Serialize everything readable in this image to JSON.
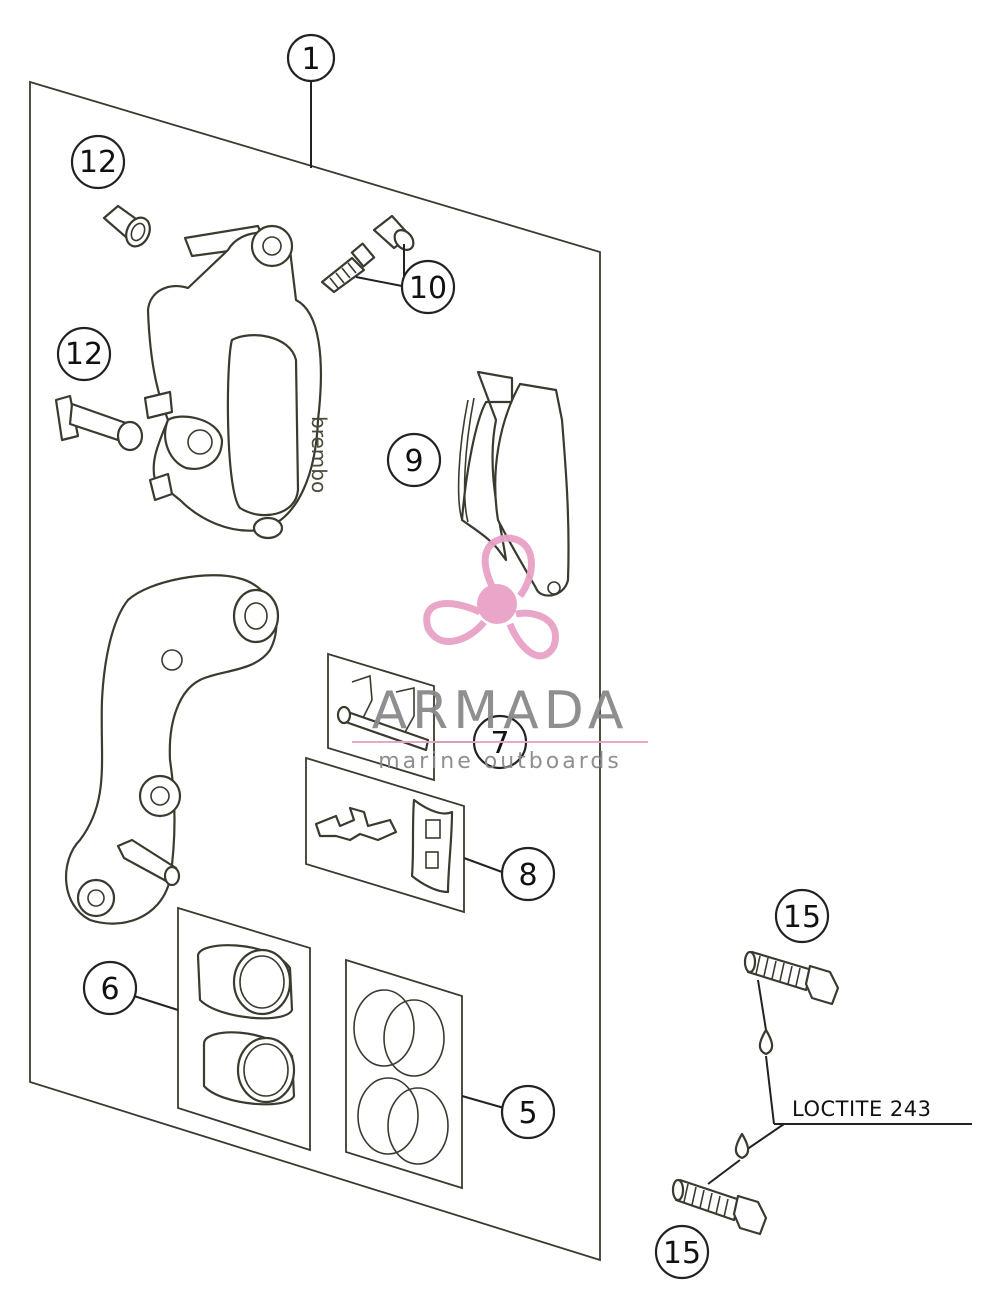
{
  "callouts": {
    "c1": "1",
    "c12a": "12",
    "c12b": "12",
    "c10": "10",
    "c9": "9",
    "c7": "7",
    "c8": "8",
    "c6": "6",
    "c5": "5",
    "c15a": "15",
    "c15b": "15"
  },
  "note": {
    "loctite": "LOCTITE 243"
  },
  "caliper": {
    "brand": "brembo"
  },
  "watermark": {
    "title": "ARMADA",
    "subtitle": "marine outboards",
    "color_pink": "#e8a2c6",
    "color_grey": "#8a8a8a"
  }
}
